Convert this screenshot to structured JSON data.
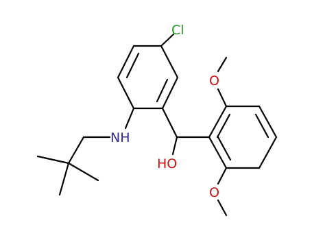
{
  "molecule": {
    "atoms": {
      "chlorine": "Cl",
      "amine": "NH",
      "hydroxyl": "HO",
      "methoxy_top_oxygen": "O",
      "methoxy_bottom_oxygen": "O"
    },
    "colors": {
      "bond": "#000000",
      "chlorine": "#1f9a1f",
      "nitrogen": "#2b2b8f",
      "oxygen": "#d01010"
    }
  }
}
